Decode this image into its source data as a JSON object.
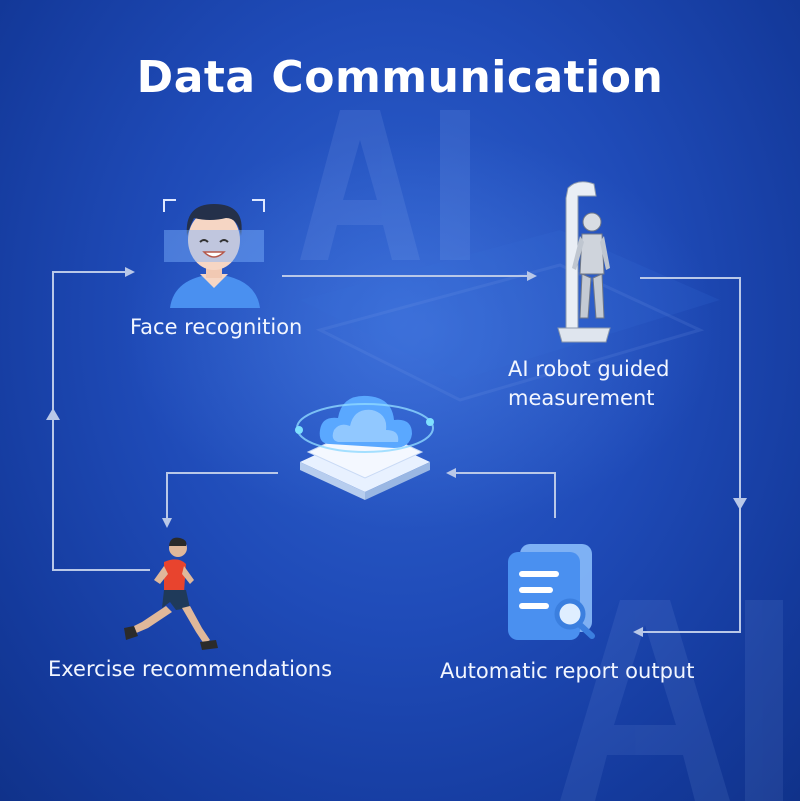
{
  "title": "Data Communication",
  "nodes": {
    "face": {
      "label": "Face recognition",
      "icon": "face-scan-icon"
    },
    "robot": {
      "label_line1": "AI robot guided",
      "label_line2": "measurement",
      "icon": "robot-measurement-station-icon"
    },
    "cloud": {
      "icon": "cloud-platform-icon"
    },
    "report": {
      "label": "Automatic report output",
      "icon": "report-document-icon"
    },
    "exercise": {
      "label": "Exercise recommendations",
      "icon": "runner-icon"
    }
  },
  "background_watermark": "AI",
  "colors": {
    "background": "#1f4bb8",
    "arrow": "#b9c8e8",
    "text": "#ffffff",
    "icon_blue": "#4a90f0"
  }
}
